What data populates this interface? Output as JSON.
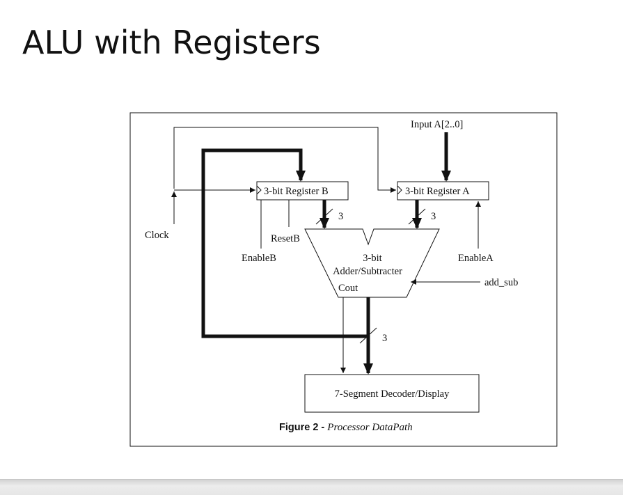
{
  "slide": {
    "title": "ALU with Registers"
  },
  "diagram": {
    "register_b": "3-bit Register B",
    "register_a": "3-bit Register A",
    "input_a": "Input A[2..0]",
    "clock": "Clock",
    "enable_b": "EnableB",
    "reset_b": "ResetB",
    "enable_a": "EnableA",
    "alu_line1": "3-bit",
    "alu_line2": "Adder/Subtracter",
    "cout": "Cout",
    "add_sub": "add_sub",
    "bus_width_b": "3",
    "bus_width_a": "3",
    "bus_width_out": "3",
    "display": "7-Segment Decoder/Display"
  },
  "caption": {
    "label": "Figure 2 - ",
    "text": "Processor DataPath"
  },
  "colors": {
    "ink": "#111111",
    "background": "#ffffff",
    "footer": "#e3e3e3"
  }
}
